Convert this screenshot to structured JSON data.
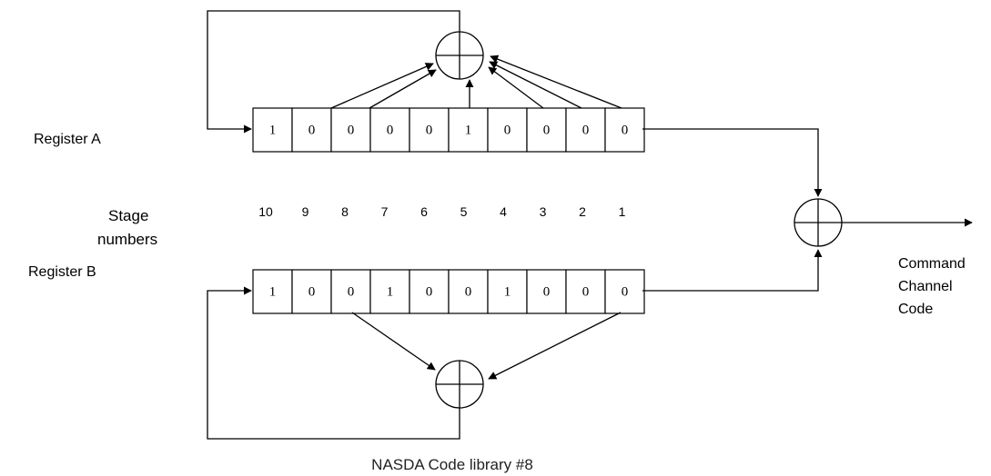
{
  "register_a": {
    "label": "Register A",
    "bits": [
      "1",
      "0",
      "0",
      "0",
      "0",
      "1",
      "0",
      "0",
      "0",
      "0"
    ]
  },
  "register_b": {
    "label": "Register B",
    "bits": [
      "1",
      "0",
      "0",
      "1",
      "0",
      "0",
      "1",
      "0",
      "0",
      "0"
    ]
  },
  "stage_label": [
    "Stage",
    "numbers"
  ],
  "stage_numbers": [
    "10",
    "9",
    "8",
    "7",
    "6",
    "5",
    "4",
    "3",
    "2",
    "1"
  ],
  "output_label": [
    "Command",
    "Channel",
    "Code"
  ],
  "caption": "NASDA Code library #8"
}
